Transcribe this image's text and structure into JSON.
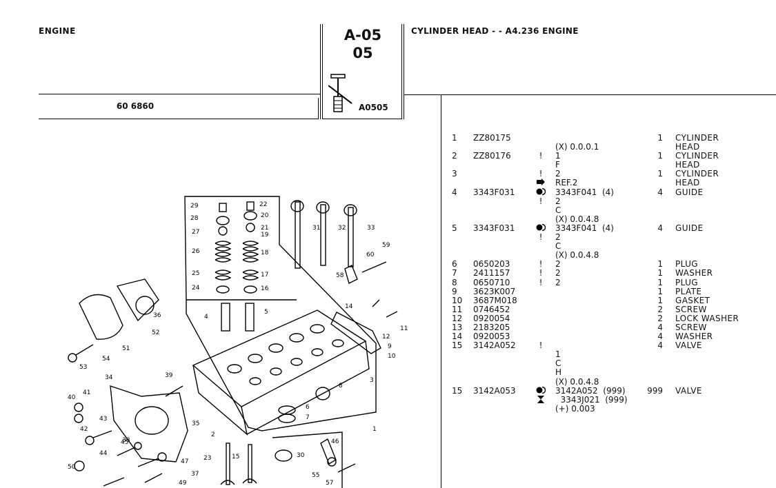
{
  "header": {
    "section": "ENGINE",
    "page_code_line1": "A-05",
    "page_code_line2": "05",
    "title": "CYLINDER HEAD - - A4.236 ENGINE",
    "reference_number": "60 6860",
    "picture_code": "A0505"
  },
  "parts": [
    {
      "num": "1",
      "part": "ZZ80175",
      "marks": [],
      "notes": [
        "",
        "(X) 0.0.0.1"
      ],
      "qty": "1",
      "desc": [
        "CYLINDER",
        "HEAD"
      ]
    },
    {
      "num": "2",
      "part": "ZZ80176",
      "marks": [
        "!"
      ],
      "notes": [
        "1",
        "F"
      ],
      "qty": "1",
      "desc": [
        "CYLINDER",
        "HEAD"
      ]
    },
    {
      "num": "3",
      "part": "",
      "marks": [
        "!",
        "arrow-icon"
      ],
      "notes": [
        "2",
        "REF.2"
      ],
      "qty": "1",
      "desc": [
        "CYLINDER",
        "HEAD"
      ]
    },
    {
      "num": "4",
      "part": "3343F031",
      "marks": [
        "interchange-icon",
        "!"
      ],
      "notes": [
        "3343F041  (4)",
        "2",
        "C",
        "(X) 0.0.4.8"
      ],
      "qty": "4",
      "desc": [
        "GUIDE"
      ]
    },
    {
      "num": "5",
      "part": "3343F031",
      "marks": [
        "interchange-icon",
        "!"
      ],
      "notes": [
        "3343F041  (4)",
        "2",
        "C",
        "(X) 0.0.4.8"
      ],
      "qty": "4",
      "desc": [
        "GUIDE"
      ]
    },
    {
      "num": "6",
      "part": "0650203",
      "marks": [
        "!"
      ],
      "notes": [
        "2"
      ],
      "qty": "1",
      "desc": [
        "PLUG"
      ]
    },
    {
      "num": "7",
      "part": "2411157",
      "marks": [
        "!"
      ],
      "notes": [
        "2"
      ],
      "qty": "1",
      "desc": [
        "WASHER"
      ]
    },
    {
      "num": "8",
      "part": "0650710",
      "marks": [
        "!"
      ],
      "notes": [
        "2"
      ],
      "qty": "1",
      "desc": [
        "PLUG"
      ]
    },
    {
      "num": "9",
      "part": "3623K007",
      "marks": [],
      "notes": [],
      "qty": "1",
      "desc": [
        "PLATE"
      ]
    },
    {
      "num": "10",
      "part": "3687M018",
      "marks": [],
      "notes": [],
      "qty": "1",
      "desc": [
        "GASKET"
      ]
    },
    {
      "num": "11",
      "part": "0746452",
      "marks": [],
      "notes": [],
      "qty": "2",
      "desc": [
        "SCREW"
      ]
    },
    {
      "num": "12",
      "part": "0920054",
      "marks": [],
      "notes": [],
      "qty": "2",
      "desc": [
        "LOCK WASHER"
      ]
    },
    {
      "num": "13",
      "part": "2183205",
      "marks": [],
      "notes": [],
      "qty": "4",
      "desc": [
        "SCREW"
      ]
    },
    {
      "num": "14",
      "part": "0920053",
      "marks": [],
      "notes": [],
      "qty": "4",
      "desc": [
        "WASHER"
      ]
    },
    {
      "num": "15",
      "part": "3142A052",
      "marks": [
        "!"
      ],
      "notes": [
        "",
        "1",
        "C",
        "H",
        "(X) 0.0.4.8"
      ],
      "qty": "4",
      "desc": [
        "VALVE"
      ]
    },
    {
      "num": "15",
      "part": "3142A053",
      "marks": [
        "interchange-icon",
        "hourglass-icon"
      ],
      "notes": [
        "3142A052  (999)",
        "  3343J021  (999)",
        "(+) 0.003"
      ],
      "qty": "999",
      "desc": [
        "VALVE"
      ]
    }
  ],
  "diagram_callouts": [
    "1",
    "2",
    "3",
    "4",
    "5",
    "6",
    "7",
    "8",
    "9",
    "10",
    "11",
    "12",
    "14",
    "15",
    "16",
    "17",
    "18",
    "19",
    "20",
    "21",
    "22",
    "23",
    "24",
    "25",
    "26",
    "27",
    "28",
    "29",
    "30",
    "31",
    "32",
    "33",
    "34",
    "35",
    "36",
    "37",
    "38",
    "39",
    "40",
    "41",
    "42",
    "43",
    "44",
    "45",
    "46",
    "47",
    "49",
    "50",
    "51",
    "52",
    "53",
    "54",
    "55",
    "57",
    "58",
    "59",
    "60"
  ]
}
